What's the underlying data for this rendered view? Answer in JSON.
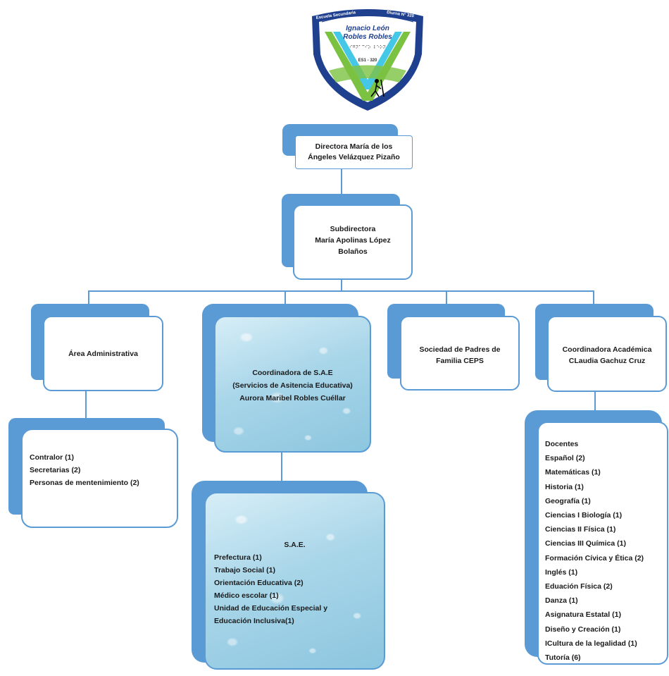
{
  "logo": {
    "arc_left": "Escuela Secundaria",
    "arc_right": "Diurna N° 320",
    "name_line1": "Ignacio León",
    "name_line2": "Robles Robles",
    "code": "ES1 - 320"
  },
  "director": {
    "line1": "Directora María de los",
    "line2": "Ángeles Velázquez Pizaño"
  },
  "subdirector": {
    "line1": "Subdirectora",
    "line2": "María Apolinas López",
    "line3": "Bolaños"
  },
  "admin": {
    "title": "Área Administrativa"
  },
  "admin_staff": {
    "items": [
      "Contralor (1)",
      "Secretarias (2)",
      "Personas de mentenimiento  (2)"
    ]
  },
  "sae_coord": {
    "line1": "Coordinadora de S.A.E",
    "line2": "(Servicios de Asitencia Educativa)",
    "line3": "Aurora Maribel Robles Cuéllar"
  },
  "sae": {
    "title": "S.A.E.",
    "items": [
      "Prefectura (1)",
      "Trabajo Social (1)",
      "Orientación Educativa (2)",
      "Médico escolar (1)",
      "Unidad de  Educación Especial y",
      "Educación Inclusiva(1)"
    ]
  },
  "parents": {
    "line1": "Sociedad de Padres de",
    "line2": "Familia CEPS"
  },
  "academic": {
    "line1": "Coordinadora Académica",
    "line2": "CLaudia Gachuz Cruz"
  },
  "teachers": {
    "items": [
      "Docentes",
      "Español (2)",
      "Matemáticas (1)",
      "Historia (1)",
      "Geografía (1)",
      "Ciencias I Biología (1)",
      "Ciencias II  Física  (1)",
      "Ciencias III Química  (1)",
      "Formación Cívica y Ética (2)",
      "Inglés (1)",
      "Eduación Física (2)",
      "Danza (1)",
      "Asignatura Estatal (1)",
      "Diseño y Creación (1)",
      "ICultura de la legalidad (1)",
      "Tutoría (6)"
    ]
  },
  "colors": {
    "accent": "#5b9bd5",
    "shield_dark": "#1f3f8f",
    "stripe_green": "#7cc242",
    "stripe_cyan": "#45c8e8"
  }
}
